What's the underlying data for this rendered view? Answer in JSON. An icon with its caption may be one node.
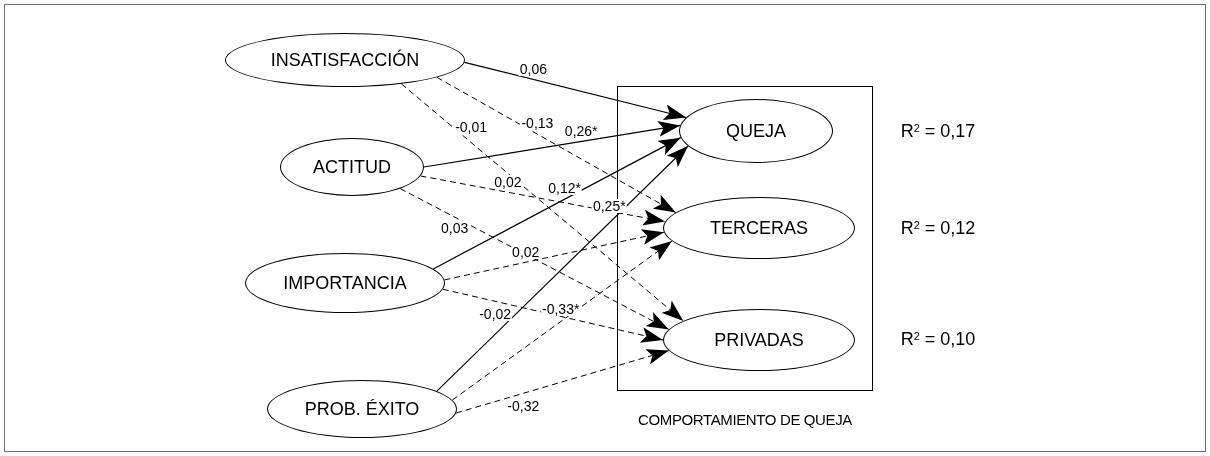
{
  "diagram": {
    "nodes": [
      {
        "text": [
          "INSATISFACCIÓN"
        ]
      },
      {
        "text": [
          "ACTITUD"
        ]
      },
      {
        "text": [
          "IMPORTANCIA"
        ]
      },
      {
        "text": [
          "PROB. ÉXITO"
        ]
      },
      {
        "text": [
          "COMPORTAMIENTO DE QUEJA"
        ]
      },
      {
        "text": [
          "QUEJA"
        ],
        "in": 4
      },
      {
        "text": [
          "TERCERAS"
        ],
        "in": 4
      },
      {
        "text": [
          "PRIVADAS"
        ],
        "in": 4
      }
    ],
    "edges": [
      {
        "from": 0,
        "to": 5,
        "arrow": "to",
        "label": "0,06"
      },
      {
        "from": 0,
        "to": 6,
        "arrow": "to",
        "label": "-0,13",
        "style": "dashed"
      },
      {
        "from": 0,
        "to": 7,
        "arrow": "to",
        "label": "-0,01",
        "style": "dashed"
      },
      {
        "from": 1,
        "to": 5,
        "arrow": "to",
        "label": "0,26*"
      },
      {
        "from": 1,
        "to": 6,
        "arrow": "to",
        "label": "0,02",
        "style": "dashed"
      },
      {
        "from": 1,
        "to": 7,
        "arrow": "to",
        "label": "0,03",
        "style": "dashed"
      },
      {
        "from": 2,
        "to": 5,
        "arrow": "to",
        "label": "0,12*"
      },
      {
        "from": 2,
        "to": 6,
        "arrow": "to",
        "label": "0,02",
        "style": "dashed"
      },
      {
        "from": 2,
        "to": 7,
        "arrow": "to",
        "label": "-0,02",
        "style": "dashed"
      },
      {
        "from": 3,
        "to": 5,
        "arrow": "to",
        "label": "0,25*"
      },
      {
        "from": 3,
        "to": 6,
        "arrow": "to",
        "label": "-0,33*",
        "style": "dashed"
      },
      {
        "from": 3,
        "to": 7,
        "arrow": "to",
        "label": "-0,32",
        "style": "dashed"
      }
    ],
    "labels": [
      "R$^{2}$ = 0,17",
      "R$^{2}$ = 0,12",
      "R$^{2}$ = 0,10"
    ]
  }
}
